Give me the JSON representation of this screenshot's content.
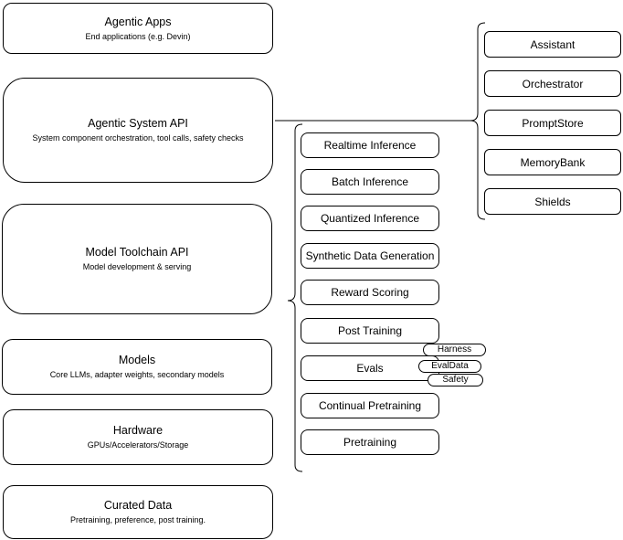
{
  "canvas": {
    "background": "#ffffff",
    "stroke": "#000000"
  },
  "left_stack": [
    {
      "title": "Agentic Apps",
      "subtitle": "End applications (e.g. Devin)"
    },
    {
      "title": "Agentic System API",
      "subtitle": "System component orchestration, tool calls, safety checks"
    },
    {
      "title": "Model Toolchain API",
      "subtitle": "Model development & serving"
    },
    {
      "title": "Models",
      "subtitle": "Core LLMs, adapter weights, secondary models"
    },
    {
      "title": "Hardware",
      "subtitle": "GPUs/Accelerators/Storage"
    },
    {
      "title": "Curated Data",
      "subtitle": "Pretraining, preference, post training."
    }
  ],
  "toolchain_items": [
    "Realtime Inference",
    "Batch Inference",
    "Quantized Inference",
    "Synthetic Data Generation",
    "Reward Scoring",
    "Post Training",
    "Evals",
    "Continual Pretraining",
    "Pretraining"
  ],
  "eval_tags": [
    "Harness",
    "EvalData",
    "Safety"
  ],
  "agentic_components": [
    "Assistant",
    "Orchestrator",
    "PromptStore",
    "MemoryBank",
    "Shields"
  ]
}
